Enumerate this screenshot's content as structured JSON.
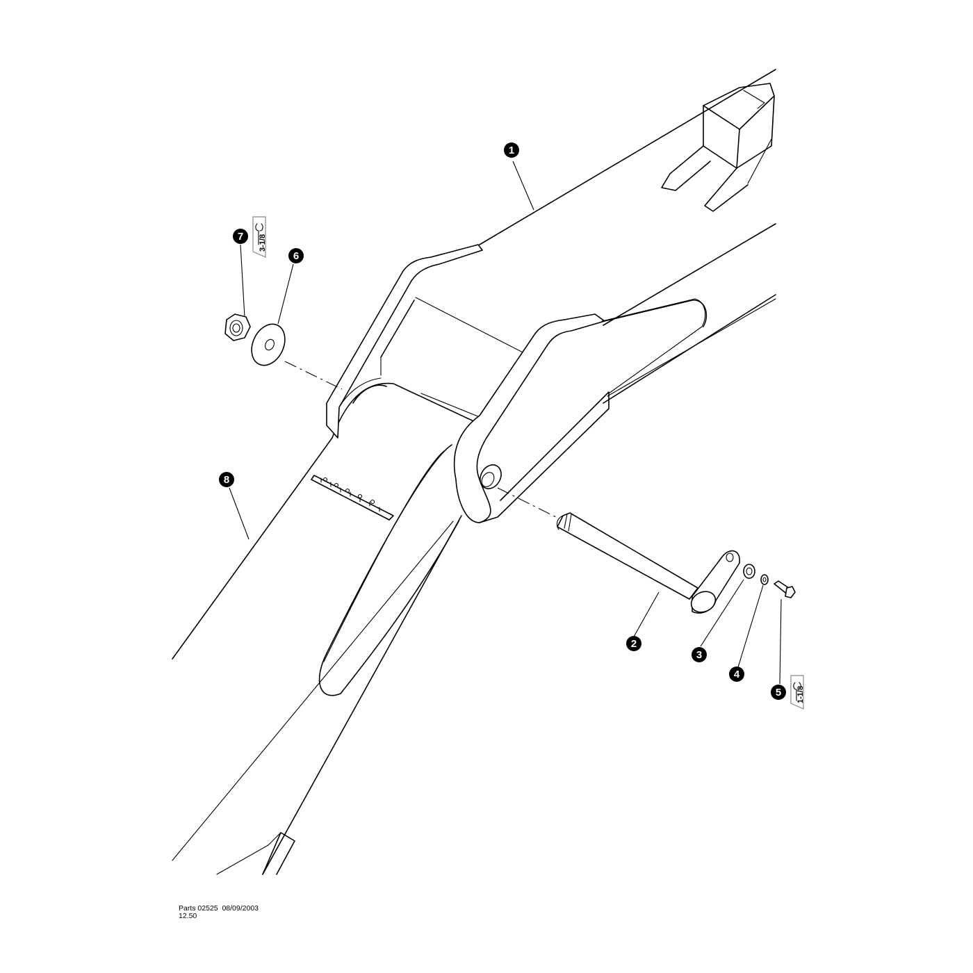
{
  "callouts": [
    {
      "number": "1",
      "part": "boom"
    },
    {
      "number": "2",
      "part": "pivot-pin"
    },
    {
      "number": "3",
      "part": "spacer"
    },
    {
      "number": "4",
      "part": "lock-washer"
    },
    {
      "number": "5",
      "part": "bolt"
    },
    {
      "number": "6",
      "part": "washer"
    },
    {
      "number": "7",
      "part": "nut"
    },
    {
      "number": "8",
      "part": "dipper-arm"
    }
  ],
  "tool_sizes": {
    "nut": "3-1/8",
    "bolt": "1-1/8"
  },
  "icons": {
    "tool": "wrench-icon"
  },
  "footer": {
    "line1": "Parts 02525  08/09/2003",
    "line2": "12.50"
  }
}
